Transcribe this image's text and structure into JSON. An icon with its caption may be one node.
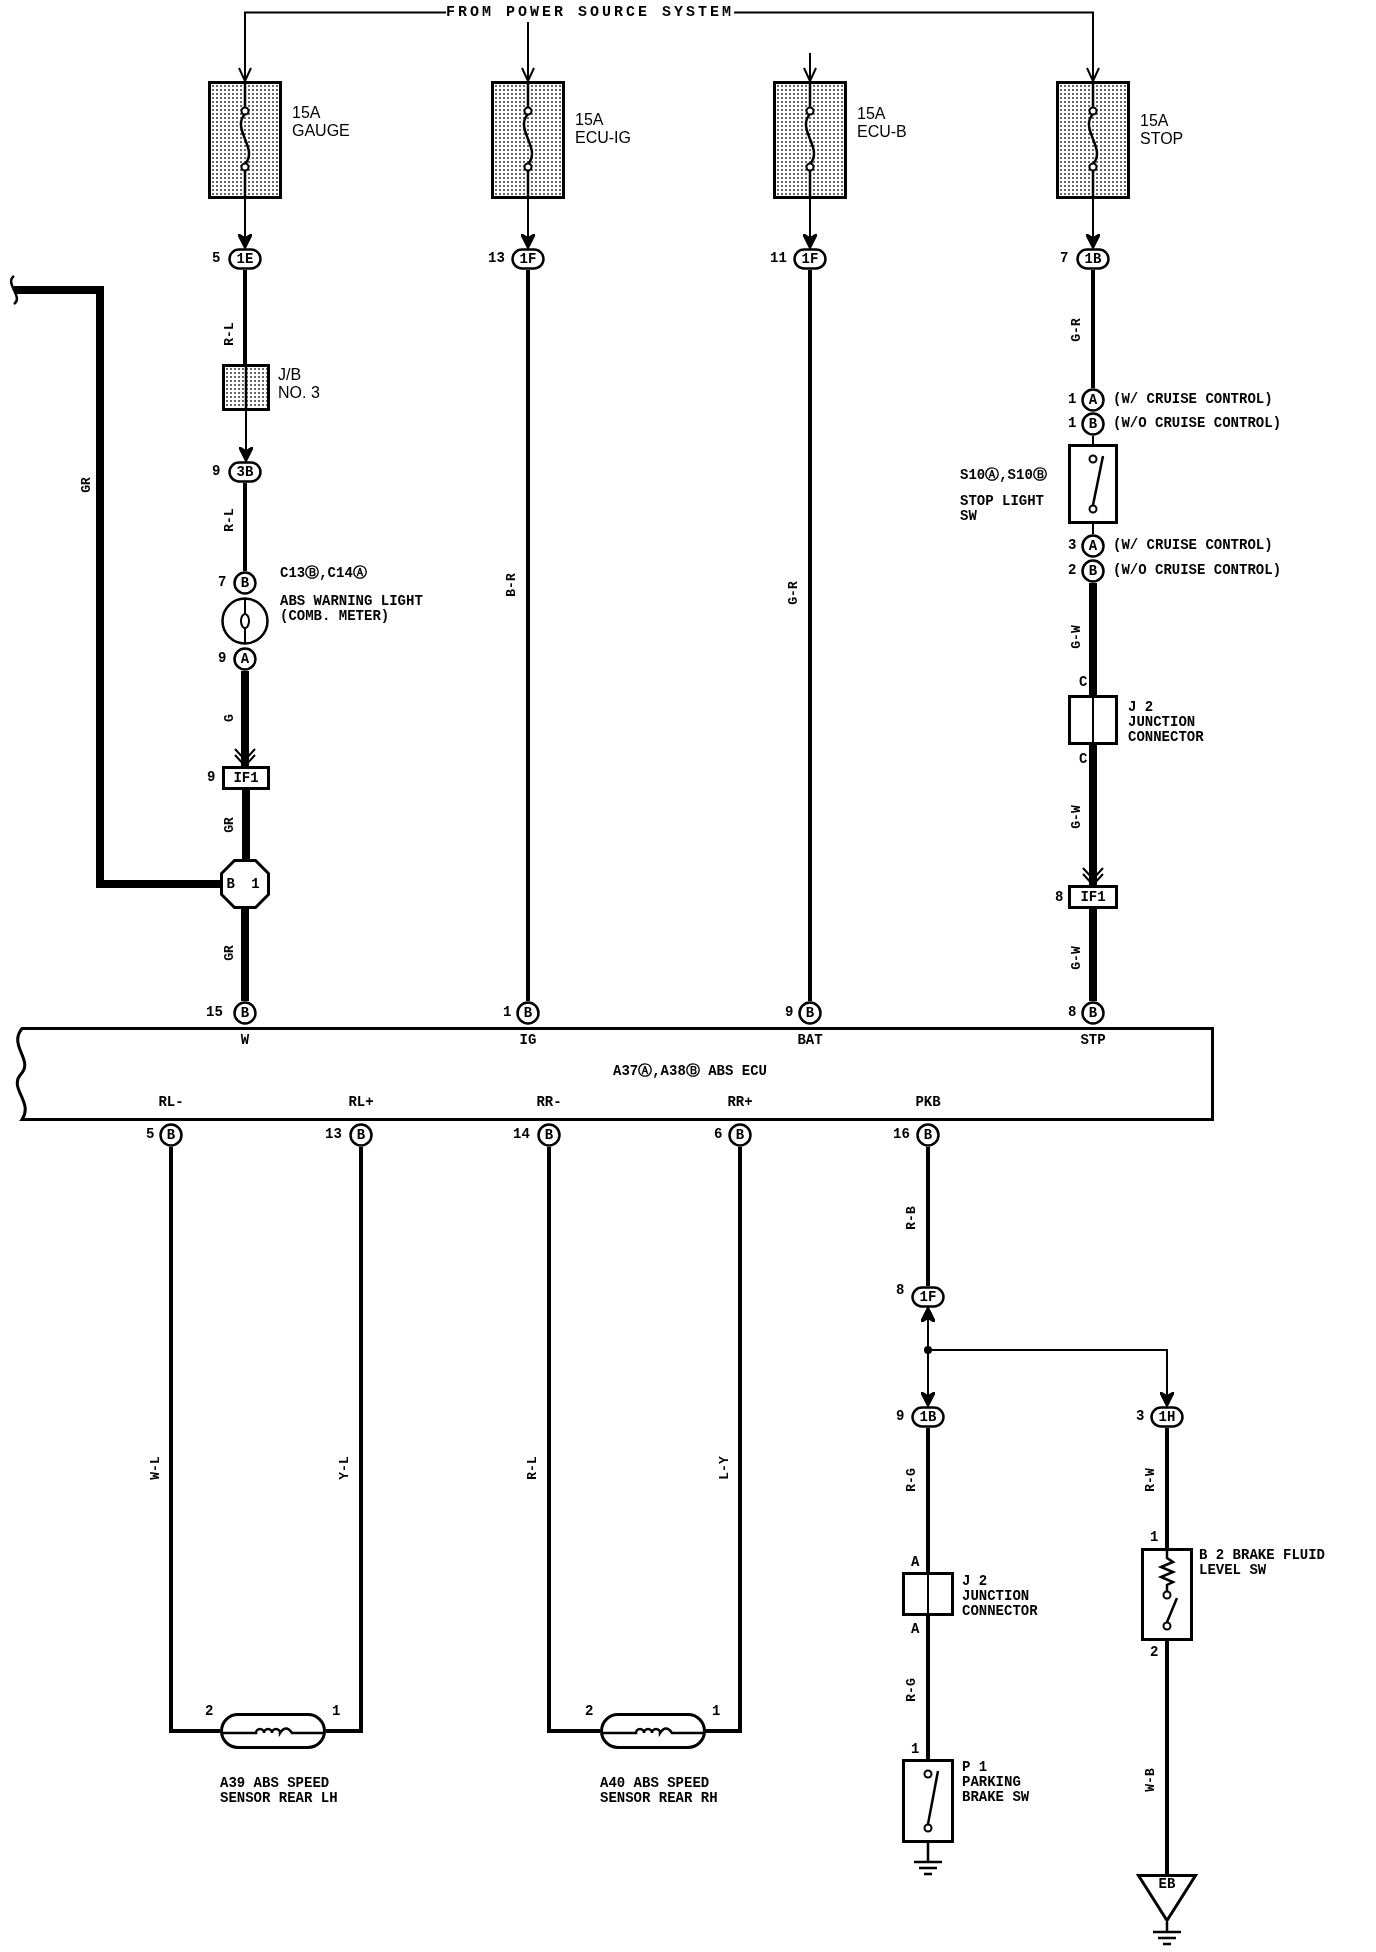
{
  "diagram": {
    "nodes": [
      {
        "text": [
          "FROM POWER SOURCE SYSTEM"
        ]
      },
      {
        "text": [
          "15A GAUGE"
        ]
      },
      {
        "text": [
          "15A ECU-IG"
        ]
      },
      {
        "text": [
          "15A ECU-B"
        ]
      },
      {
        "text": [
          "15A STOP"
        ]
      },
      {
        "text": [
          "1E"
        ],
        "beside": [
          "5"
        ]
      },
      {
        "text": [
          "1F"
        ],
        "beside": [
          "13"
        ]
      },
      {
        "text": [
          "1F"
        ],
        "beside": [
          "11"
        ]
      },
      {
        "text": [
          "1B"
        ],
        "beside": [
          "7"
        ]
      },
      {
        "text": [
          "J/B NO. 3"
        ]
      },
      {
        "text": [
          "3B"
        ],
        "beside": [
          "9"
        ]
      },
      {
        "text": [
          "B"
        ],
        "beside": [
          "7"
        ]
      },
      {
        "text": [
          "C13Ⓑ,C14Ⓐ",
          "ABS WARNING LIGHT (COMB. METER)"
        ]
      },
      {
        "text": [
          "A"
        ],
        "beside": [
          "9"
        ]
      },
      {
        "text": [
          "IF1"
        ],
        "beside": [
          "9"
        ]
      },
      {
        "text": [
          "B 1"
        ]
      },
      {
        "text": [
          "B"
        ],
        "beside": [
          "15"
        ]
      },
      {
        "text": [
          "B"
        ],
        "beside": [
          "1"
        ]
      },
      {
        "text": [
          "B"
        ],
        "beside": [
          "9"
        ]
      },
      {
        "text": [
          "B"
        ],
        "beside": [
          "8"
        ]
      },
      {
        "text": [
          "A"
        ],
        "beside": [
          "1",
          "(W/ CRUISE CONTROL)"
        ]
      },
      {
        "text": [
          "B"
        ],
        "beside": [
          "1",
          "(W/O CRUISE CONTROL)"
        ]
      },
      {
        "text": [
          "S10Ⓐ,S10Ⓑ",
          "STOP LIGHT SW"
        ]
      },
      {
        "text": [
          "A"
        ],
        "beside": [
          "3",
          "(W/ CRUISE CONTROL)"
        ]
      },
      {
        "text": [
          "B"
        ],
        "beside": [
          "2",
          "(W/O CRUISE CONTROL)"
        ]
      },
      {
        "text": [
          "J 2 JUNCTION CONNECTOR"
        ]
      },
      {
        "text": [
          "IF1"
        ],
        "beside": [
          "8"
        ]
      },
      {
        "text": [
          "W",
          "IG",
          "BAT",
          "STP",
          "A37Ⓐ,A38Ⓑ ABS ECU",
          "RL-",
          "RL+",
          "RR-",
          "RR+",
          "PKB"
        ]
      },
      {
        "text": [
          "B"
        ],
        "beside": [
          "5"
        ]
      },
      {
        "text": [
          "B"
        ],
        "beside": [
          "13"
        ]
      },
      {
        "text": [
          "B"
        ],
        "beside": [
          "14"
        ]
      },
      {
        "text": [
          "B"
        ],
        "beside": [
          "6"
        ]
      },
      {
        "text": [
          "B"
        ],
        "beside": [
          "16"
        ]
      },
      {
        "text": [
          "A39 ABS SPEED SENSOR REAR LH"
        ]
      },
      {
        "text": [
          "A40 ABS SPEED SENSOR REAR RH"
        ]
      },
      {
        "text": [
          "1F"
        ],
        "beside": [
          "8"
        ]
      },
      {
        "text": [
          "1B"
        ],
        "beside": [
          "9"
        ]
      },
      {
        "text": [
          "1H"
        ],
        "beside": [
          "3"
        ]
      },
      {
        "text": [
          "J 2 JUNCTION CONNECTOR"
        ]
      },
      {
        "text": [
          "P 1 PARKING BRAKE SW"
        ]
      },
      {
        "text": [
          "B 2 BRAKE FLUID LEVEL SW"
        ]
      },
      {
        "text": [
          "EB"
        ]
      }
    ],
    "edges": [
      {
        "from": 0,
        "to": 1,
        "arrow": "to"
      },
      {
        "from": 0,
        "to": 2,
        "arrow": "to"
      },
      {
        "from": null,
        "to": 3,
        "arrow": "to"
      },
      {
        "from": 0,
        "to": 4,
        "arrow": "to"
      },
      {
        "from": 1,
        "to": 5,
        "arrow": "to"
      },
      {
        "from": 2,
        "to": 6,
        "arrow": "to"
      },
      {
        "from": 3,
        "to": 7,
        "arrow": "to"
      },
      {
        "from": 4,
        "to": 8,
        "arrow": "to"
      },
      {
        "from": 5,
        "to": 9,
        "arrow": "none",
        "label": "R-L"
      },
      {
        "from": 9,
        "to": 10,
        "arrow": "to"
      },
      {
        "from": 10,
        "to": 11,
        "arrow": "none",
        "label": "R-L"
      },
      {
        "from": 13,
        "to": 14,
        "arrow": "to",
        "label": "G",
        "style": "thick"
      },
      {
        "from": 14,
        "to": 15,
        "arrow": "none",
        "label": "GR",
        "style": "thick"
      },
      {
        "from": 15,
        "to": 16,
        "arrow": "none",
        "label": "GR",
        "style": "thick"
      },
      {
        "from": null,
        "to": 15,
        "arrow": "none",
        "label": "GR",
        "style": "thick"
      },
      {
        "from": 6,
        "to": 17,
        "arrow": "none",
        "label": "B-R"
      },
      {
        "from": 7,
        "to": 18,
        "arrow": "none",
        "label": "G-R"
      },
      {
        "from": 8,
        "to": 20,
        "arrow": "none",
        "label": "G-R"
      },
      {
        "from": 21,
        "to": 22,
        "arrow": "none"
      },
      {
        "from": 22,
        "to": 23,
        "arrow": "none"
      },
      {
        "from": 24,
        "to": 25,
        "arrow": "none",
        "label": "G-W",
        "style": "thick"
      },
      {
        "from": 25,
        "to": 26,
        "arrow": "to",
        "label": "G-W",
        "style": "thick"
      },
      {
        "from": 26,
        "to": 19,
        "arrow": "none",
        "label": "G-W",
        "style": "thick"
      },
      {
        "from": 28,
        "to": 33,
        "arrow": "none",
        "label": "W-L"
      },
      {
        "from": 29,
        "to": 33,
        "arrow": "none",
        "label": "Y-L"
      },
      {
        "from": 30,
        "to": 34,
        "arrow": "none",
        "label": "R-L"
      },
      {
        "from": 31,
        "to": 34,
        "arrow": "none",
        "label": "L-Y"
      },
      {
        "from": 32,
        "to": 35,
        "arrow": "none",
        "label": "R-B"
      },
      {
        "from": 35,
        "to": 36,
        "arrow": "both"
      },
      {
        "from": 35,
        "to": 37,
        "arrow": "both"
      },
      {
        "from": 36,
        "to": 38,
        "arrow": "none",
        "label": "R-G"
      },
      {
        "from": 38,
        "to": 39,
        "arrow": "none",
        "label": "R-G"
      },
      {
        "from": 37,
        "to": 40,
        "arrow": "none",
        "label": "R-W"
      },
      {
        "from": 40,
        "to": 41,
        "arrow": "none",
        "label": "W-B"
      }
    ],
    "labels": [
      "C",
      "C",
      "2",
      "1",
      "2",
      "1",
      "A",
      "A",
      "1",
      "1",
      "2"
    ]
  }
}
